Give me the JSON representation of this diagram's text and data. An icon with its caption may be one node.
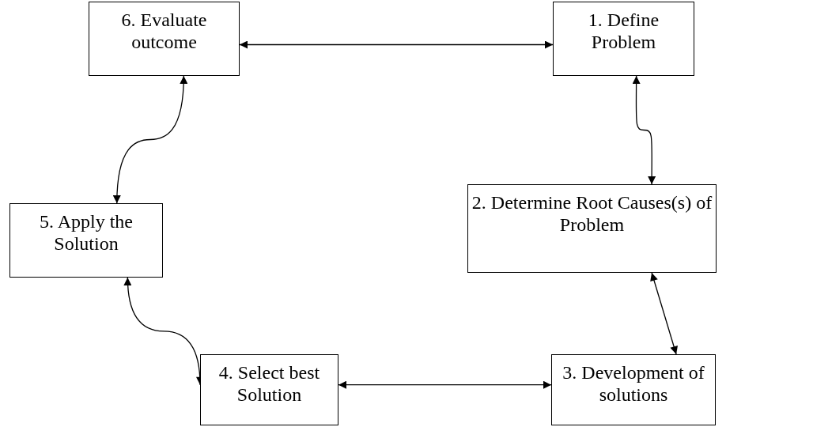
{
  "diagram": {
    "nodes": [
      {
        "text": [
          "6. Evaluate outcome"
        ]
      },
      {
        "text": [
          "1. Define Problem"
        ]
      },
      {
        "text": [
          "5. Apply the Solution"
        ]
      },
      {
        "text": [
          "2. Determine Root Causes(s) of Problem"
        ]
      },
      {
        "text": [
          "4. Select best Solution"
        ]
      },
      {
        "text": [
          "3. Development of solutions"
        ]
      }
    ],
    "edges": [
      {
        "from": 0,
        "to": 1,
        "arrow": "both"
      },
      {
        "from": 1,
        "to": 3,
        "arrow": "both"
      },
      {
        "from": 3,
        "to": 5,
        "arrow": "both"
      },
      {
        "from": 4,
        "to": 5,
        "arrow": "both"
      },
      {
        "from": 2,
        "to": 4,
        "arrow": "both"
      },
      {
        "from": 0,
        "to": 2,
        "arrow": "both"
      }
    ]
  }
}
